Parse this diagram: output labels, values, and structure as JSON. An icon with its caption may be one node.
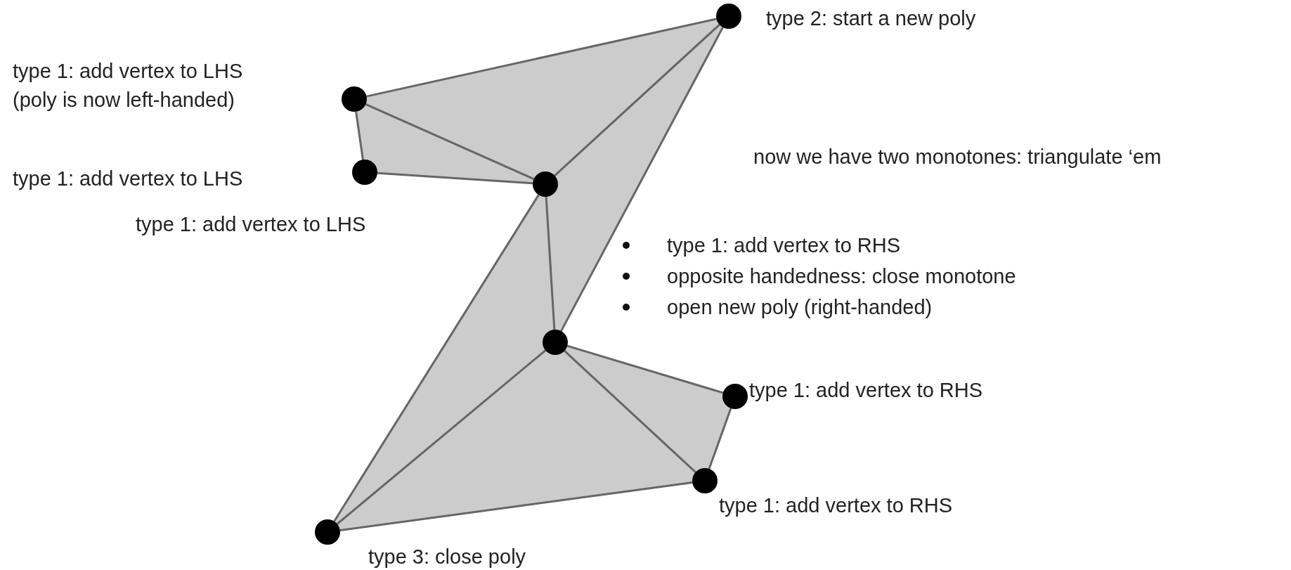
{
  "diagram": {
    "nodes": [
      {
        "text": [],
        "shape": "circle",
        "beside": [
          "type 2: start a new poly"
        ]
      },
      {
        "text": [],
        "shape": "circle"
      },
      {
        "text": [],
        "shape": "circle"
      },
      {
        "text": [],
        "shape": "circle"
      },
      {
        "text": [],
        "shape": "circle",
        "beside": [
          "type 1: add vertex to RHS",
          "opposite handedness: close monotone",
          "open new poly (right-handed)"
        ]
      },
      {
        "text": [],
        "shape": "circle",
        "beside": [
          "type 1: add vertex to RHS"
        ]
      },
      {
        "text": [],
        "shape": "circle",
        "beside": [
          "type 1: add vertex to RHS"
        ]
      },
      {
        "text": [],
        "shape": "circle",
        "beside": [
          "type 3: close poly"
        ]
      }
    ],
    "edges": [
      {
        "from": 0,
        "to": 1,
        "arrow": "none"
      },
      {
        "from": 1,
        "to": 2,
        "arrow": "none"
      },
      {
        "from": 1,
        "to": 3,
        "arrow": "none"
      },
      {
        "from": 2,
        "to": 3,
        "arrow": "none"
      },
      {
        "from": 3,
        "to": 0,
        "arrow": "none"
      },
      {
        "from": 0,
        "to": 4,
        "arrow": "none"
      },
      {
        "from": 3,
        "to": 4,
        "arrow": "none"
      },
      {
        "from": 3,
        "to": 7,
        "arrow": "none"
      },
      {
        "from": 4,
        "to": 5,
        "arrow": "none"
      },
      {
        "from": 4,
        "to": 6,
        "arrow": "none"
      },
      {
        "from": 4,
        "to": 7,
        "arrow": "none"
      },
      {
        "from": 5,
        "to": 6,
        "arrow": "none"
      },
      {
        "from": 6,
        "to": 7,
        "arrow": "none"
      }
    ],
    "labels": [
      "type 1: add vertex to LHS (poly is now left-handed)",
      "now we have two monotones: triangulate ‘em",
      "type 1: add vertex to LHS",
      "type 1: add vertex to LHS"
    ]
  }
}
